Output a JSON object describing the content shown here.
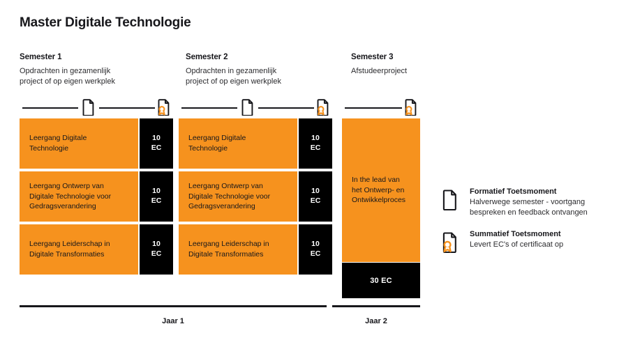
{
  "page": {
    "title": "Master Digitale Technologie",
    "accent_color": "#F6921E",
    "ink_color": "#17171b"
  },
  "semesters": [
    {
      "title": "Semester 1",
      "description": "Opdrachten in gezamenlijk\nproject of op eigen werkplek",
      "milestones": [
        "formatief",
        "summatief"
      ],
      "courses": [
        {
          "name": "Leergang Digitale\nTechnologie",
          "ec": "10\nEC"
        },
        {
          "name": "Leergang Ontwerp van\nDigitale Technologie voor\nGedragsverandering",
          "ec": "10\nEC"
        },
        {
          "name": "Leergang Leiderschap in\nDigitale Transformaties",
          "ec": "10\nEC"
        }
      ]
    },
    {
      "title": "Semester 2",
      "description": "Opdrachten in gezamenlijk\nproject of op eigen werkplek",
      "milestones": [
        "formatief",
        "summatief"
      ],
      "courses": [
        {
          "name": "Leergang Digitale\nTechnologie",
          "ec": "10\nEC"
        },
        {
          "name": "Leergang Ontwerp van\nDigitale Technologie voor\nGedragsverandering",
          "ec": "10\nEC"
        },
        {
          "name": "Leergang Leiderschap in\nDigitale Transformaties",
          "ec": "10\nEC"
        }
      ]
    },
    {
      "title": "Semester 3",
      "description": "Afstudeerproject",
      "milestones": [
        "summatief"
      ],
      "project": {
        "name": "In the lead van\nhet Ontwerp- en\nOntwikkelproces",
        "ec": "30 EC"
      }
    }
  ],
  "years": [
    {
      "label": "Jaar 1"
    },
    {
      "label": "Jaar 2"
    }
  ],
  "legend": {
    "items": [
      {
        "icon": "document-icon",
        "title": "Formatief Toetsmoment",
        "description": "Halverwege semester - voortgang\nbespreken en feedback ontvangen"
      },
      {
        "icon": "document-award-icon",
        "title": "Summatief Toetsmoment",
        "description": "Levert EC's of certificaat op"
      }
    ]
  }
}
